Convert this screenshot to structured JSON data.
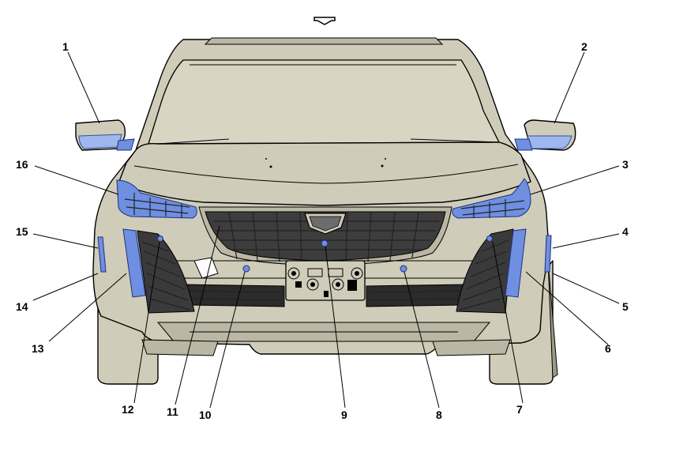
{
  "diagram": {
    "callouts": [
      {
        "id": "1",
        "label": "1"
      },
      {
        "id": "2",
        "label": "2"
      },
      {
        "id": "3",
        "label": "3"
      },
      {
        "id": "4",
        "label": "4"
      },
      {
        "id": "5",
        "label": "5"
      },
      {
        "id": "6",
        "label": "6"
      },
      {
        "id": "7",
        "label": "7"
      },
      {
        "id": "8",
        "label": "8"
      },
      {
        "id": "9",
        "label": "9"
      },
      {
        "id": "10",
        "label": "10"
      },
      {
        "id": "11",
        "label": "11"
      },
      {
        "id": "12",
        "label": "12"
      },
      {
        "id": "13",
        "label": "13"
      },
      {
        "id": "14",
        "label": "14"
      },
      {
        "id": "15",
        "label": "15"
      },
      {
        "id": "16",
        "label": "16"
      }
    ],
    "colors": {
      "body": "#cfcdb9",
      "highlight": "#6f8fe0",
      "outline": "#000000"
    },
    "icons": [
      "forward-arrow-icon"
    ]
  }
}
